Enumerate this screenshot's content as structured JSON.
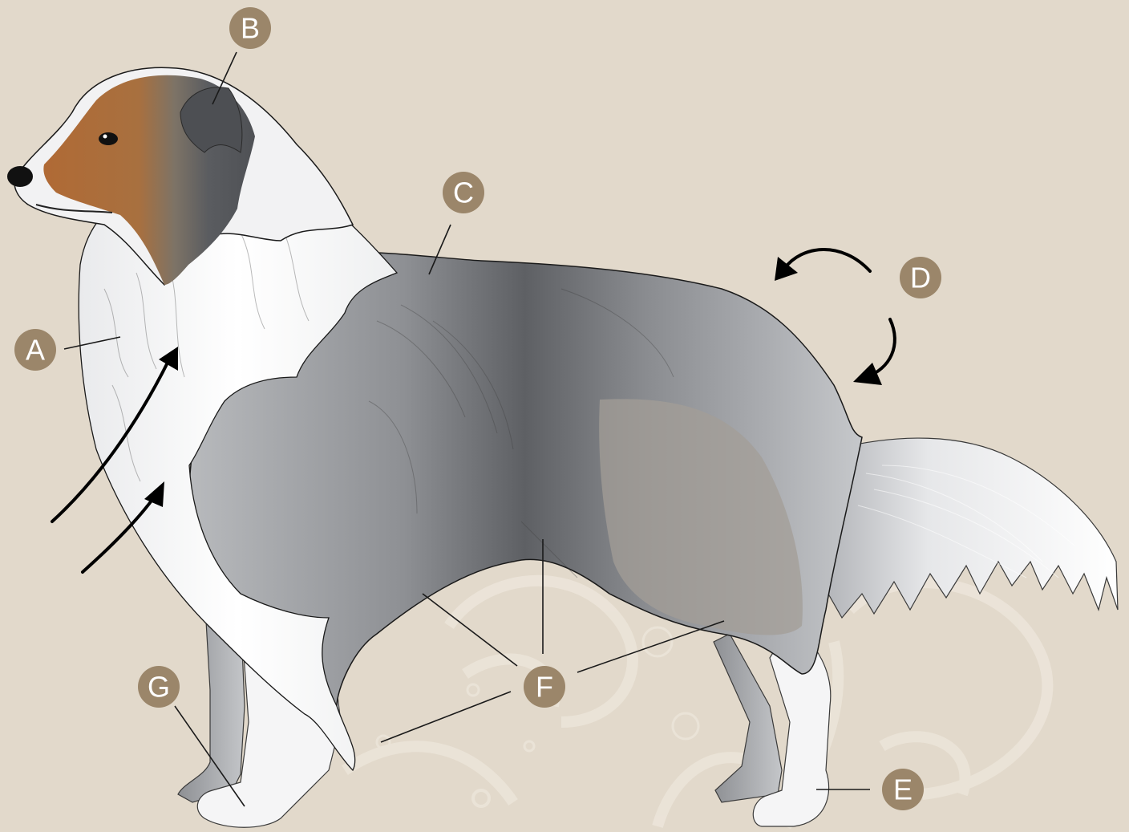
{
  "colors": {
    "background": "#e2d9cb",
    "marker": "#9b866a",
    "marker_text": "#ffffff",
    "coat_white": "#f4f4f4",
    "coat_grey_light": "#b4b6ba",
    "coat_grey_dark": "#5e6064",
    "head_tan": "#b06a35",
    "head_dark": "#55575b",
    "ornament": "#ebe4d8"
  },
  "markers": [
    {
      "id": "A",
      "label": "A"
    },
    {
      "id": "B",
      "label": "B"
    },
    {
      "id": "C",
      "label": "C"
    },
    {
      "id": "D",
      "label": "D"
    },
    {
      "id": "E",
      "label": "E"
    },
    {
      "id": "F1",
      "label": "F"
    },
    {
      "id": "G",
      "label": "G"
    }
  ],
  "icons": {
    "arrows": [
      "chest-arrow-icon",
      "chest-arrow-icon",
      "croup-arrow-icon",
      "croup-arrow-icon"
    ],
    "ornament": "swirl-ornament-icon"
  }
}
